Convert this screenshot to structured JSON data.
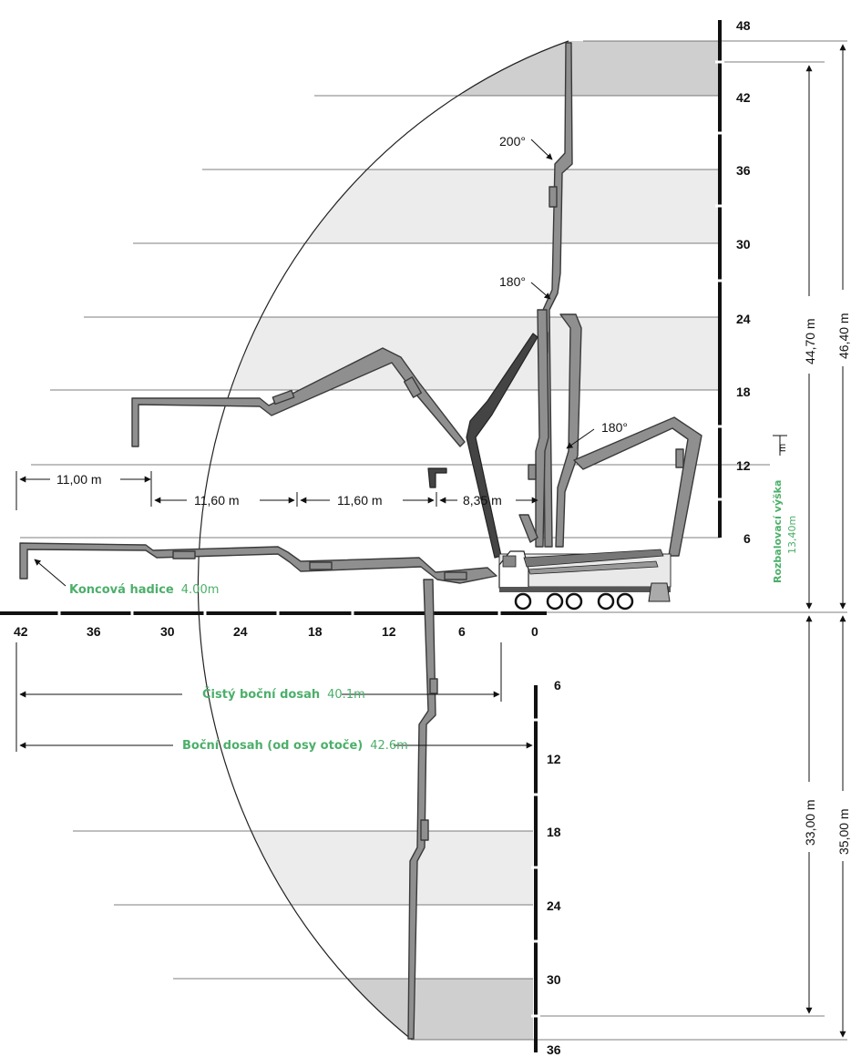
{
  "diagram": {
    "y_axis_up_labels": [
      "48",
      "42",
      "36",
      "30",
      "24",
      "18",
      "12",
      "6"
    ],
    "y_axis_down_labels": [
      "6",
      "12",
      "18",
      "24",
      "30",
      "36"
    ],
    "x_axis_labels": [
      "42",
      "36",
      "30",
      "24",
      "18",
      "12",
      "6",
      "0"
    ],
    "segments": {
      "seg1": "11,00 m",
      "seg2": "11,60 m",
      "seg3": "11,60 m",
      "seg4": "8,35 m"
    },
    "angles": {
      "a1": "200°",
      "a2": "180°",
      "a3": "180°"
    },
    "heights": {
      "h1": "44,70 m",
      "h2": "46,40 m",
      "d1": "33,00 m",
      "d2": "35,00 m"
    },
    "small_mark": "m",
    "end_hose": {
      "label": "Koncová hadice",
      "value": "4.00m"
    },
    "net_reach": {
      "label": "Čistý boční dosah",
      "value": "40.1m"
    },
    "side_reach": {
      "label": "Boční dosah (od osy otoče)",
      "value": "42.6m"
    },
    "unfold_height": {
      "label": "Rozbalovací výška",
      "value": "13,40m"
    },
    "colors": {
      "band_dark": "#cfcfcf",
      "band_light": "#ececec",
      "accent_green": "#4caf6a",
      "boom": "#8f8f8f"
    }
  }
}
